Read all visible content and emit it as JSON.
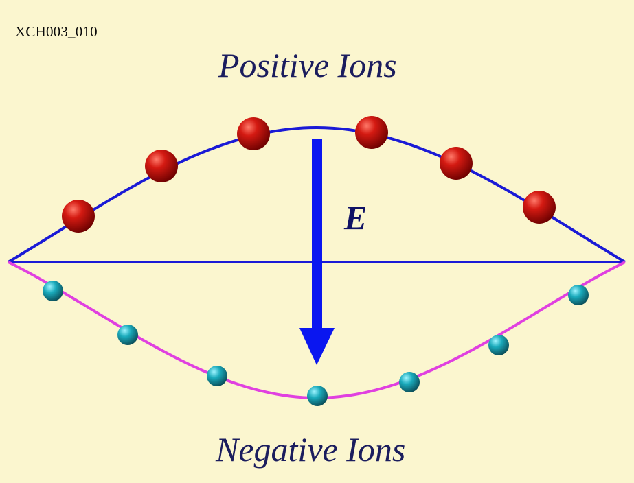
{
  "code": "XCH003_010",
  "top_label": "Positive Ions",
  "bottom_label": "Negative Ions",
  "field_label": "E",
  "colors": {
    "background": "#fbf6cf",
    "axis_line": "#1a1ad6",
    "upper_curve": "#1a1ad6",
    "lower_curve": "#e040e0",
    "arrow": "#0a16f0",
    "positive_ion": "#c81010",
    "negative_ion": "#18a8b8",
    "text": "#1b1d5e"
  },
  "positive_ions": {
    "count": 6
  },
  "negative_ions": {
    "count": 7
  }
}
